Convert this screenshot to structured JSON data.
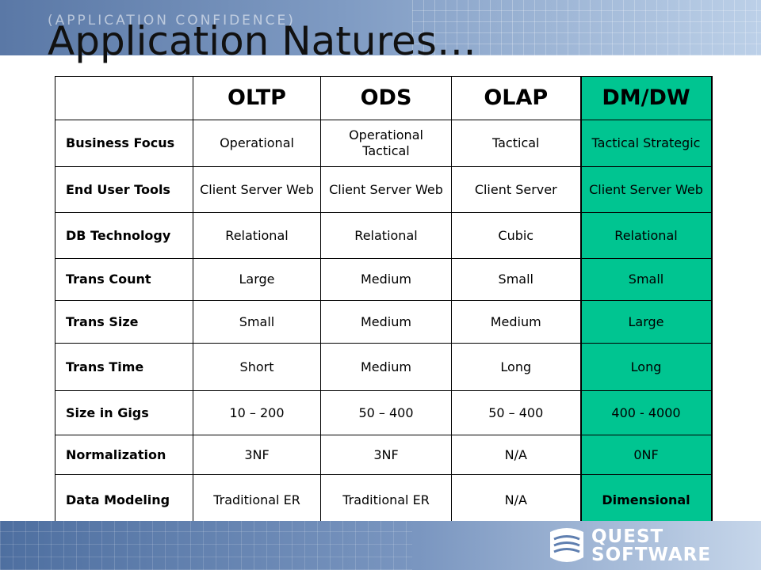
{
  "slide": {
    "tagline": "(APPLICATION CONFIDENCE)",
    "title": "Application Natures…"
  },
  "table": {
    "columns": [
      "OLTP",
      "ODS",
      "OLAP",
      "DM/DW"
    ],
    "highlight_color": "#00c591",
    "rows": [
      {
        "label": "Business Focus",
        "cells": [
          "Operational",
          "Operational Tactical",
          "Tactical",
          "Tactical Strategic"
        ]
      },
      {
        "label": "End User Tools",
        "cells": [
          "Client Server Web",
          "Client Server Web",
          "Client Server",
          "Client Server Web"
        ]
      },
      {
        "label": "DB Technology",
        "cells": [
          "Relational",
          "Relational",
          "Cubic",
          "Relational"
        ]
      },
      {
        "label": "Trans Count",
        "cells": [
          "Large",
          "Medium",
          "Small",
          "Small"
        ]
      },
      {
        "label": "Trans Size",
        "cells": [
          "Small",
          "Medium",
          "Medium",
          "Large"
        ]
      },
      {
        "label": "Trans Time",
        "cells": [
          "Short",
          "Medium",
          "Long",
          "Long"
        ]
      },
      {
        "label": "Size in Gigs",
        "cells": [
          "10 – 200",
          "50 – 400",
          "50 – 400",
          "400 - 4000"
        ]
      },
      {
        "label": "Normalization",
        "cells": [
          "3NF",
          "3NF",
          "N/A",
          "0NF"
        ]
      },
      {
        "label": "Data Modeling",
        "cells": [
          "Traditional ER",
          "Traditional ER",
          "N/A",
          "Dimensional"
        ]
      }
    ]
  },
  "footer": {
    "logo_line1": "QUEST",
    "logo_line2": "SOFTWARE"
  }
}
